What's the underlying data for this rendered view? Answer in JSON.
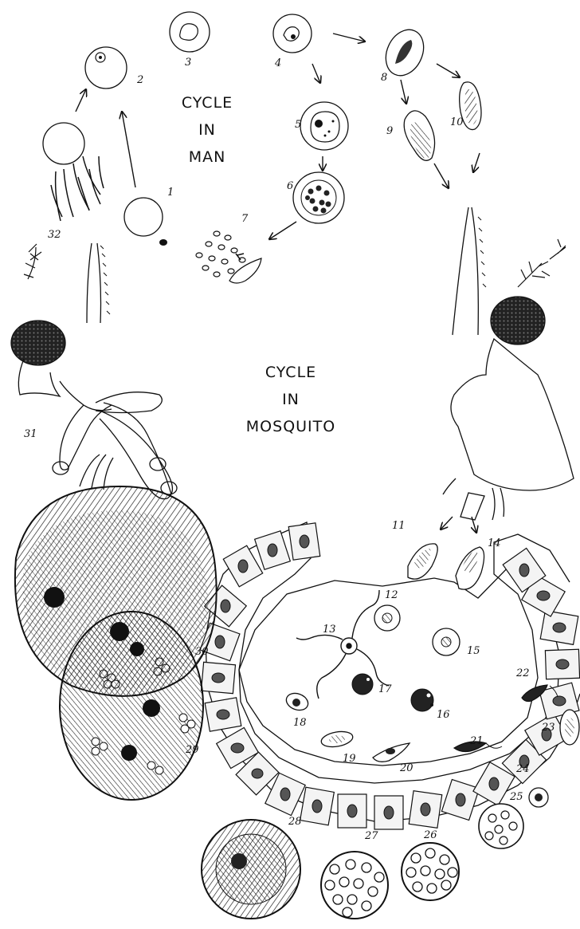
{
  "titles": {
    "man": [
      "CYCLE",
      "IN",
      "MAN"
    ],
    "mosquito": [
      "CYCLE",
      "IN",
      "MOSQUITO"
    ]
  },
  "stages": [
    "1",
    "2",
    "3",
    "4",
    "5",
    "6",
    "7",
    "8",
    "9",
    "10",
    "11",
    "12",
    "13",
    "14",
    "15",
    "16",
    "17",
    "18",
    "19",
    "20",
    "21",
    "22",
    "23",
    "24",
    "25",
    "26",
    "27",
    "28",
    "29",
    "30",
    "31",
    "32"
  ],
  "colors": {
    "ink": "#111111",
    "paper": "#ffffff",
    "cell": "#f4f4f4",
    "dark": "#0d0d0d"
  }
}
